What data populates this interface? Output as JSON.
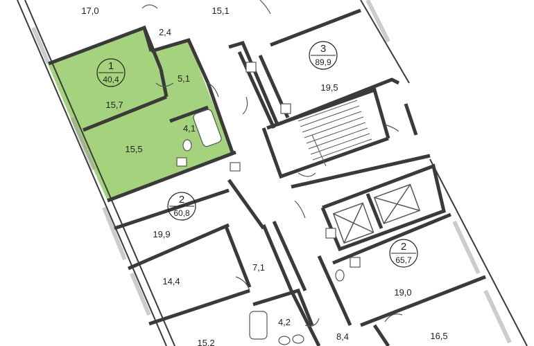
{
  "colors": {
    "highlight": "#a5d27c",
    "wall": "#3a3a3a",
    "thin_line": "#555555",
    "window": "#9a9a9a"
  },
  "apartments": [
    {
      "number": "1",
      "area": "40,4"
    },
    {
      "number": "3",
      "area": "89,9"
    },
    {
      "number": "2",
      "area": "60,8"
    },
    {
      "number": "2",
      "area": "65,7"
    }
  ],
  "rooms": [
    "17,0",
    "15,1",
    "2,4",
    "5,1",
    "15,7",
    "4,1",
    "15,5",
    "19,5",
    "19,9",
    "14,4",
    "7,1",
    "4,2",
    "15,2",
    "8,4",
    "19,0",
    "16,5"
  ],
  "icons": [
    "door-swing-icon",
    "toilet-icon",
    "bathtub-icon",
    "sink-icon",
    "stairs-icon",
    "elevator-icon"
  ]
}
